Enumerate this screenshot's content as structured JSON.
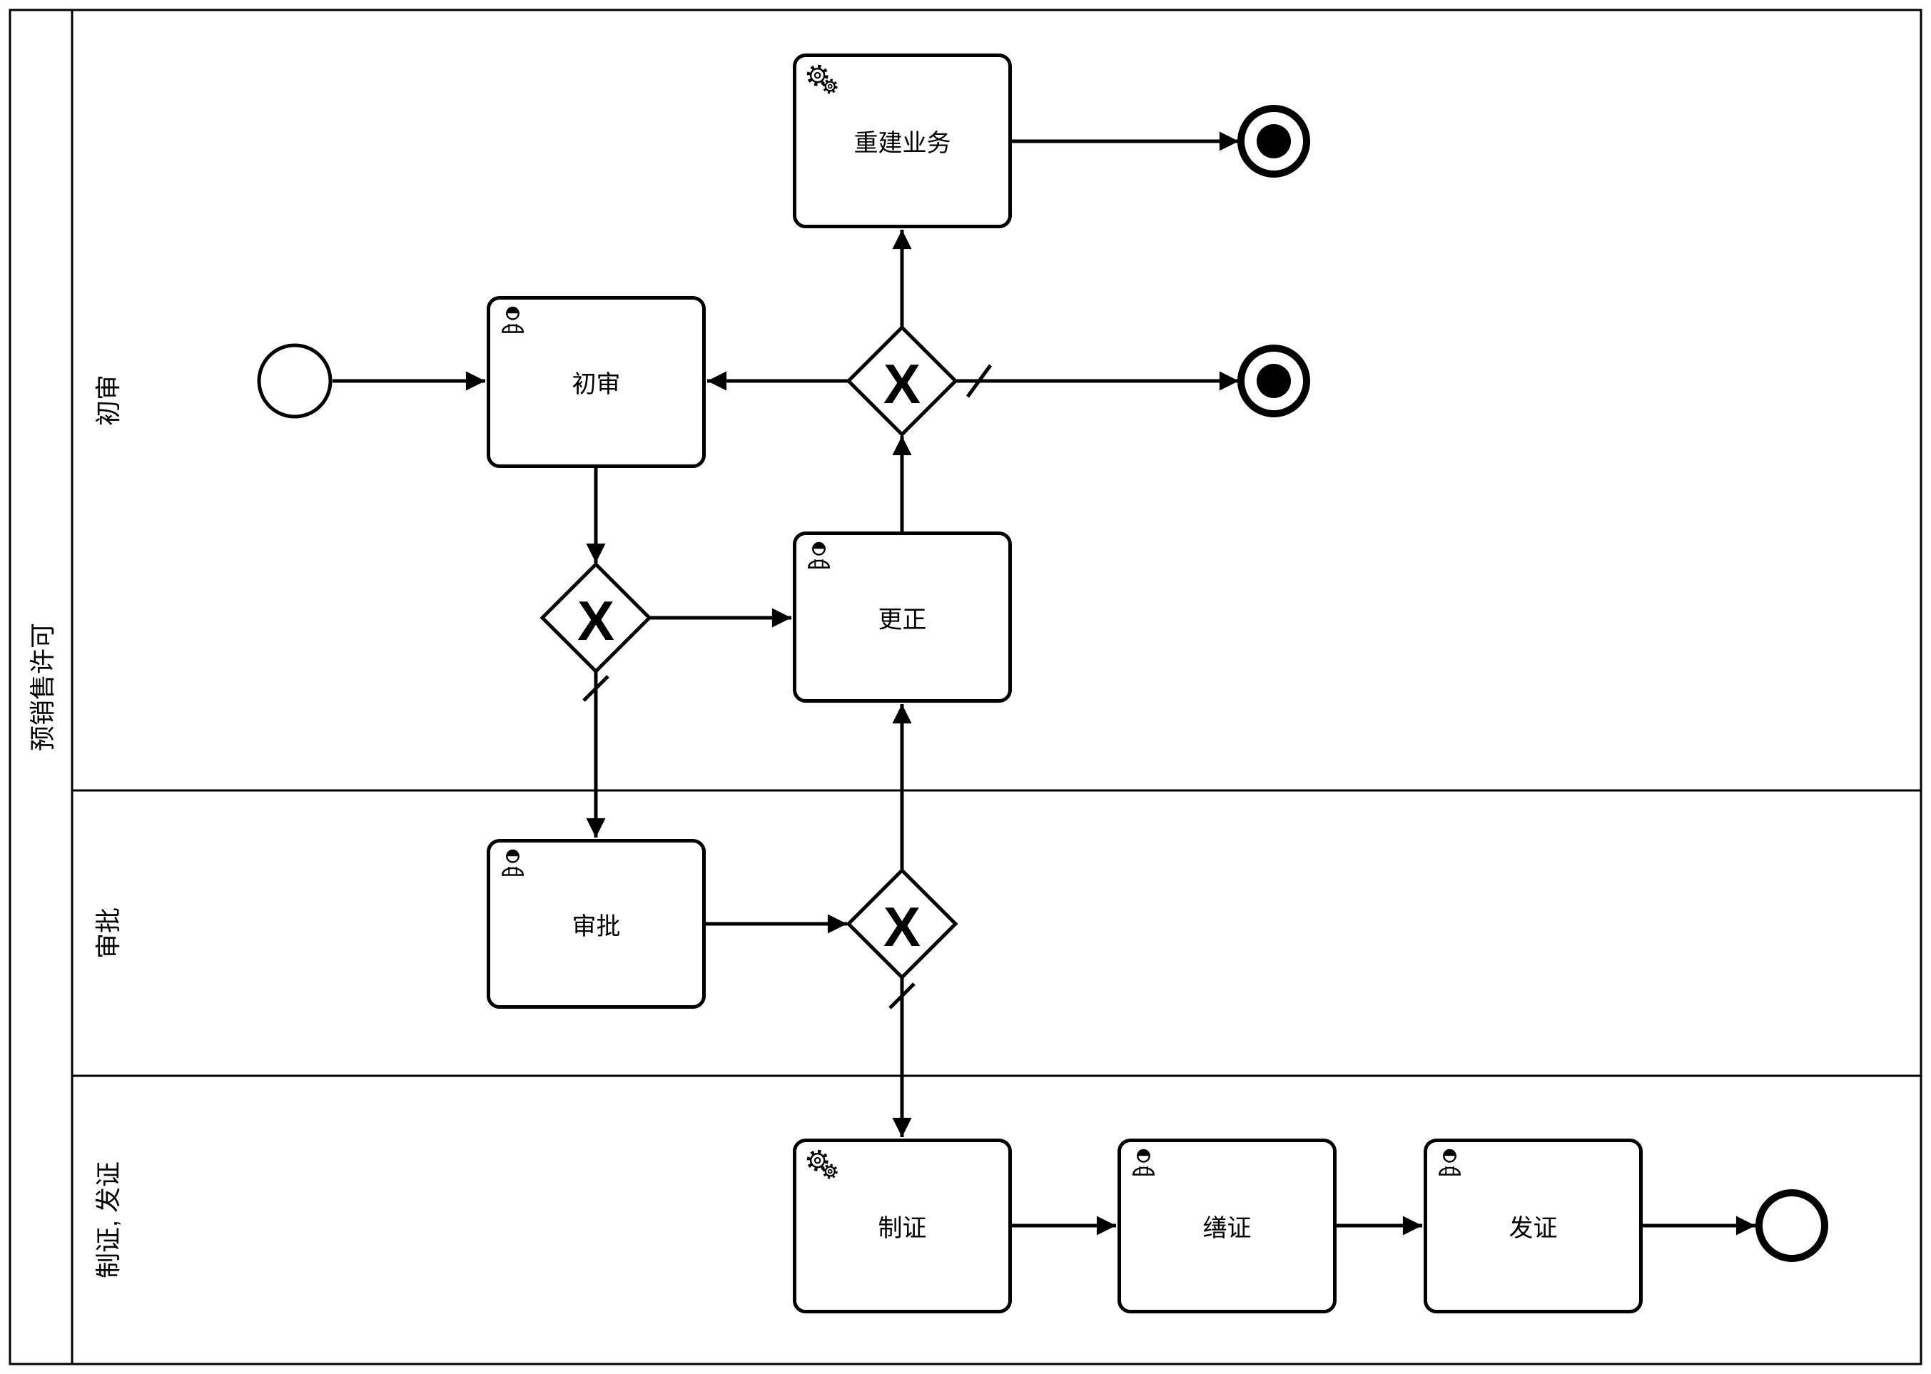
{
  "pool": {
    "label": "预销售许可"
  },
  "lanes": [
    {
      "label": "初审"
    },
    {
      "label": "审批"
    },
    {
      "label": "制证, 发证"
    }
  ],
  "tasks": {
    "chushen": {
      "label": "初审",
      "type": "user"
    },
    "chongjian": {
      "label": "重建业务",
      "type": "service"
    },
    "gengzheng": {
      "label": "更正",
      "type": "user"
    },
    "shenpi": {
      "label": "审批",
      "type": "user"
    },
    "zhizheng": {
      "label": "制证",
      "type": "service"
    },
    "shanzheng": {
      "label": "缮证",
      "type": "user"
    },
    "fazheng": {
      "label": "发证",
      "type": "user"
    }
  },
  "gateway_marker": "X",
  "colors": {
    "stroke": "#000000",
    "fill": "#ffffff"
  }
}
